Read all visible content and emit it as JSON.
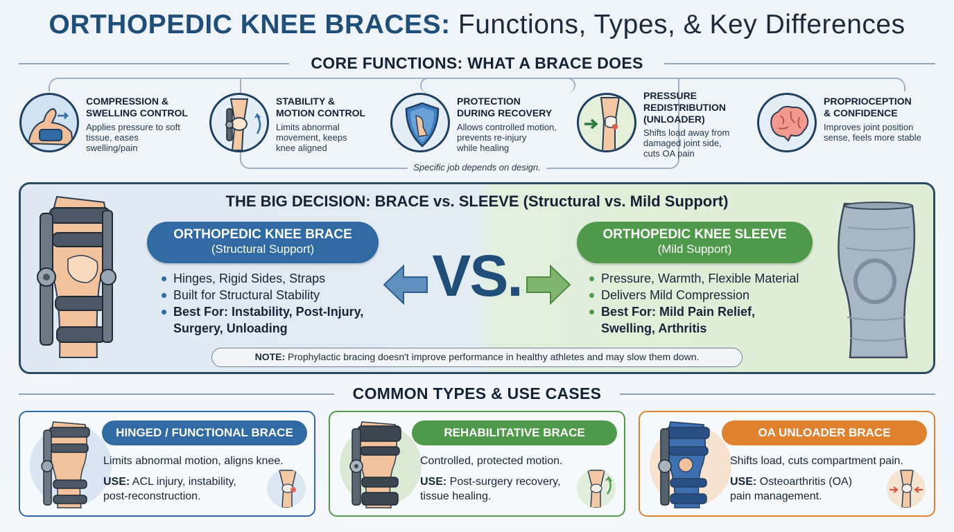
{
  "title": {
    "strong": "ORTHOPEDIC KNEE BRACES:",
    "rest": " Functions, Types, & Key Differences"
  },
  "core": {
    "heading": "CORE FUNCTIONS: WHAT A BRACE DOES",
    "footnote": "Specific job depends on design.",
    "functions": [
      {
        "icon": "arm-compression-icon",
        "title_lines": [
          "COMPRESSION &",
          "SWELLING CONTROL"
        ],
        "desc_lines": [
          "Applies pressure to soft",
          "tissue, eases",
          "swelling/pain"
        ]
      },
      {
        "icon": "knee-hinge-icon",
        "title_lines": [
          "STABILITY &",
          "MOTION CONTROL"
        ],
        "desc_lines": [
          "Limits abnormal",
          "movement, keeps",
          "knee aligned"
        ]
      },
      {
        "icon": "shield-icon",
        "title_lines": [
          "PROTECTION",
          "DURING RECOVERY"
        ],
        "desc_lines": [
          "Allows controlled motion,",
          "prevents re-injury",
          "while healing"
        ]
      },
      {
        "icon": "knee-joint-icon",
        "title_lines": [
          "PRESSURE",
          "REDISTRIBUTION",
          "(UNLOADER)"
        ],
        "desc_lines": [
          "Shifts load away from",
          "damaged joint side,",
          "cuts OA pain"
        ]
      },
      {
        "icon": "brain-icon",
        "title_lines": [
          "PROPRIOCEPTION",
          "& CONFIDENCE"
        ],
        "desc_lines": [
          "Improves joint position",
          "sense, feels more stable"
        ]
      }
    ]
  },
  "decision": {
    "heading": "THE BIG DECISION: BRACE vs. SLEEVE (Structural vs. Mild Support)",
    "vs": "VS.",
    "brace": {
      "label": "ORTHOPEDIC KNEE BRACE",
      "sub": "(Structural Support)",
      "bullets": [
        "Hinges, Rigid Sides, Straps",
        "Built for Structural Stability",
        "Best For: Instability, Post-Injury,",
        "Surgery, Unloading"
      ]
    },
    "sleeve": {
      "label": "ORTHOPEDIC KNEE SLEEVE",
      "sub": "(Mild Support)",
      "bullets": [
        "Pressure, Warmth, Flexible Material",
        "Delivers Mild Compression",
        "Best For: Mild Pain Relief,",
        "Swelling, Arthritis"
      ]
    },
    "note_label": "NOTE:",
    "note_text": " Prophylactic bracing doesn't improve performance in healthy athletes and may slow them down."
  },
  "types": {
    "heading": "COMMON TYPES & USE CASES",
    "cards": [
      {
        "label": "HINGED / FUNCTIONAL BRACE",
        "desc": "Limits abnormal motion, aligns knee.",
        "use_label": "USE:",
        "use_lines": [
          " ACL injury, instability,",
          "post-reconstruction."
        ],
        "color": "#2f6aa3"
      },
      {
        "label": "REHABILITATIVE BRACE",
        "desc": "Controlled, protected motion.",
        "use_label": "USE:",
        "use_lines": [
          " Post-surgery recovery,",
          "tissue healing."
        ],
        "color": "#4f9a4a"
      },
      {
        "label": "OA UNLOADER BRACE",
        "desc": "Shifts load, cuts compartment pain.",
        "use_label": "USE:",
        "use_lines": [
          " Osteoarthritis (OA)",
          "pain management."
        ],
        "color": "#e0812f"
      }
    ]
  },
  "colors": {
    "title_blue": "#1f4e79",
    "blue": "#2f6aa3",
    "green": "#4f9a4a",
    "orange": "#e0812f",
    "border": "#2b4a63"
  }
}
